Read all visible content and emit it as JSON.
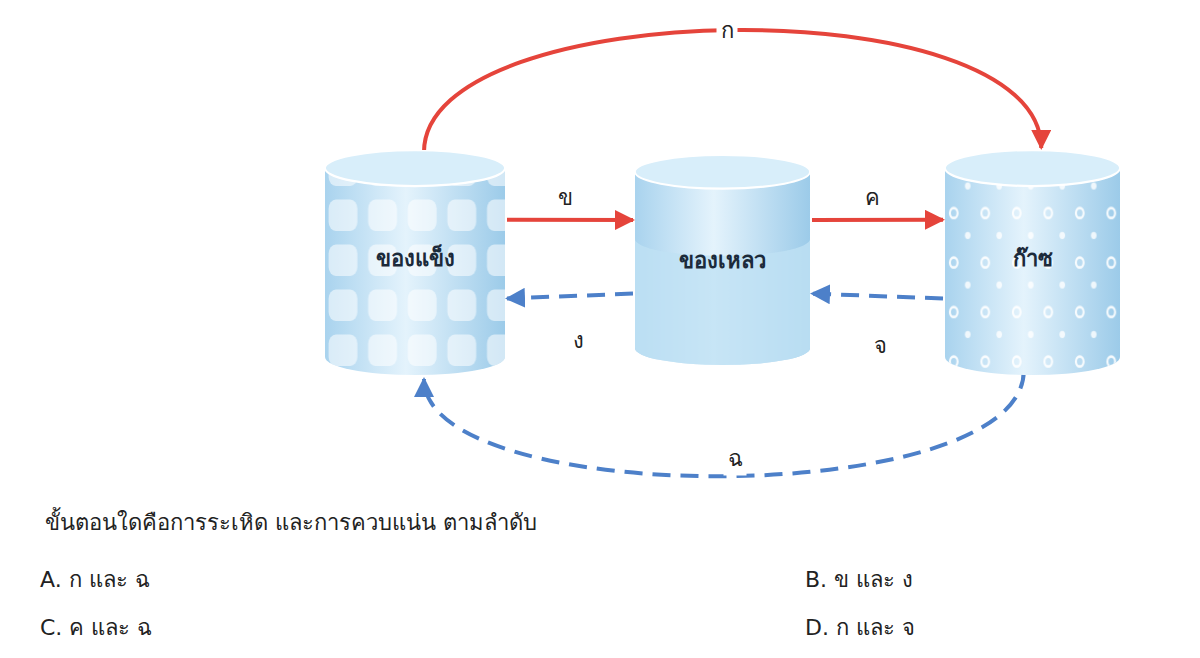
{
  "diagram": {
    "nodes": [
      {
        "text": [
          "ของแข็ง"
        ]
      },
      {
        "text": [
          "ของเหลว"
        ]
      },
      {
        "text": [
          "ก๊าซ"
        ]
      }
    ],
    "edges": [
      {
        "from": 0,
        "to": 2,
        "label": "ก",
        "arrow": "to"
      },
      {
        "from": 0,
        "to": 1,
        "label": "ข",
        "arrow": "to"
      },
      {
        "from": 1,
        "to": 2,
        "label": "ค",
        "arrow": "to"
      },
      {
        "from": 1,
        "to": 0,
        "label": "ง",
        "arrow": "to"
      },
      {
        "from": 2,
        "to": 1,
        "label": "จ",
        "arrow": "to"
      },
      {
        "from": 2,
        "to": 0,
        "label": "ฉ",
        "arrow": "to"
      }
    ],
    "labels": [
      "ขั้นตอนใดคือการระเหิด และการควบแน่น ตามลำดับ",
      "A. ก และ ฉ",
      "B. ข และ ง",
      "C. ค และ ฉ",
      "D. ก และ จ"
    ]
  }
}
